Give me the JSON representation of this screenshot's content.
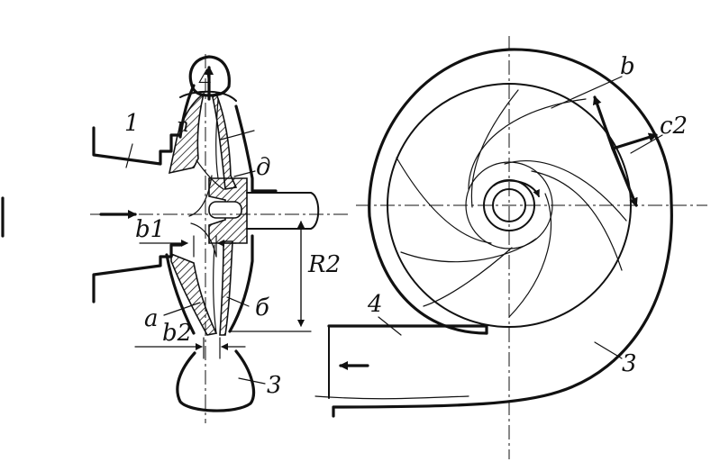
{
  "labels": {
    "casing_inlet": "1",
    "wheel_top": "n",
    "outlet_gap": "Δ",
    "hub": "д",
    "width_inlet": "b1",
    "radius": "R2",
    "front_disk": "а",
    "back_disk": "б",
    "width_outlet": "b2",
    "volute_section": "3",
    "outlet_pipe": "4",
    "blade": "b",
    "velocity": "c2",
    "volute": "3"
  }
}
